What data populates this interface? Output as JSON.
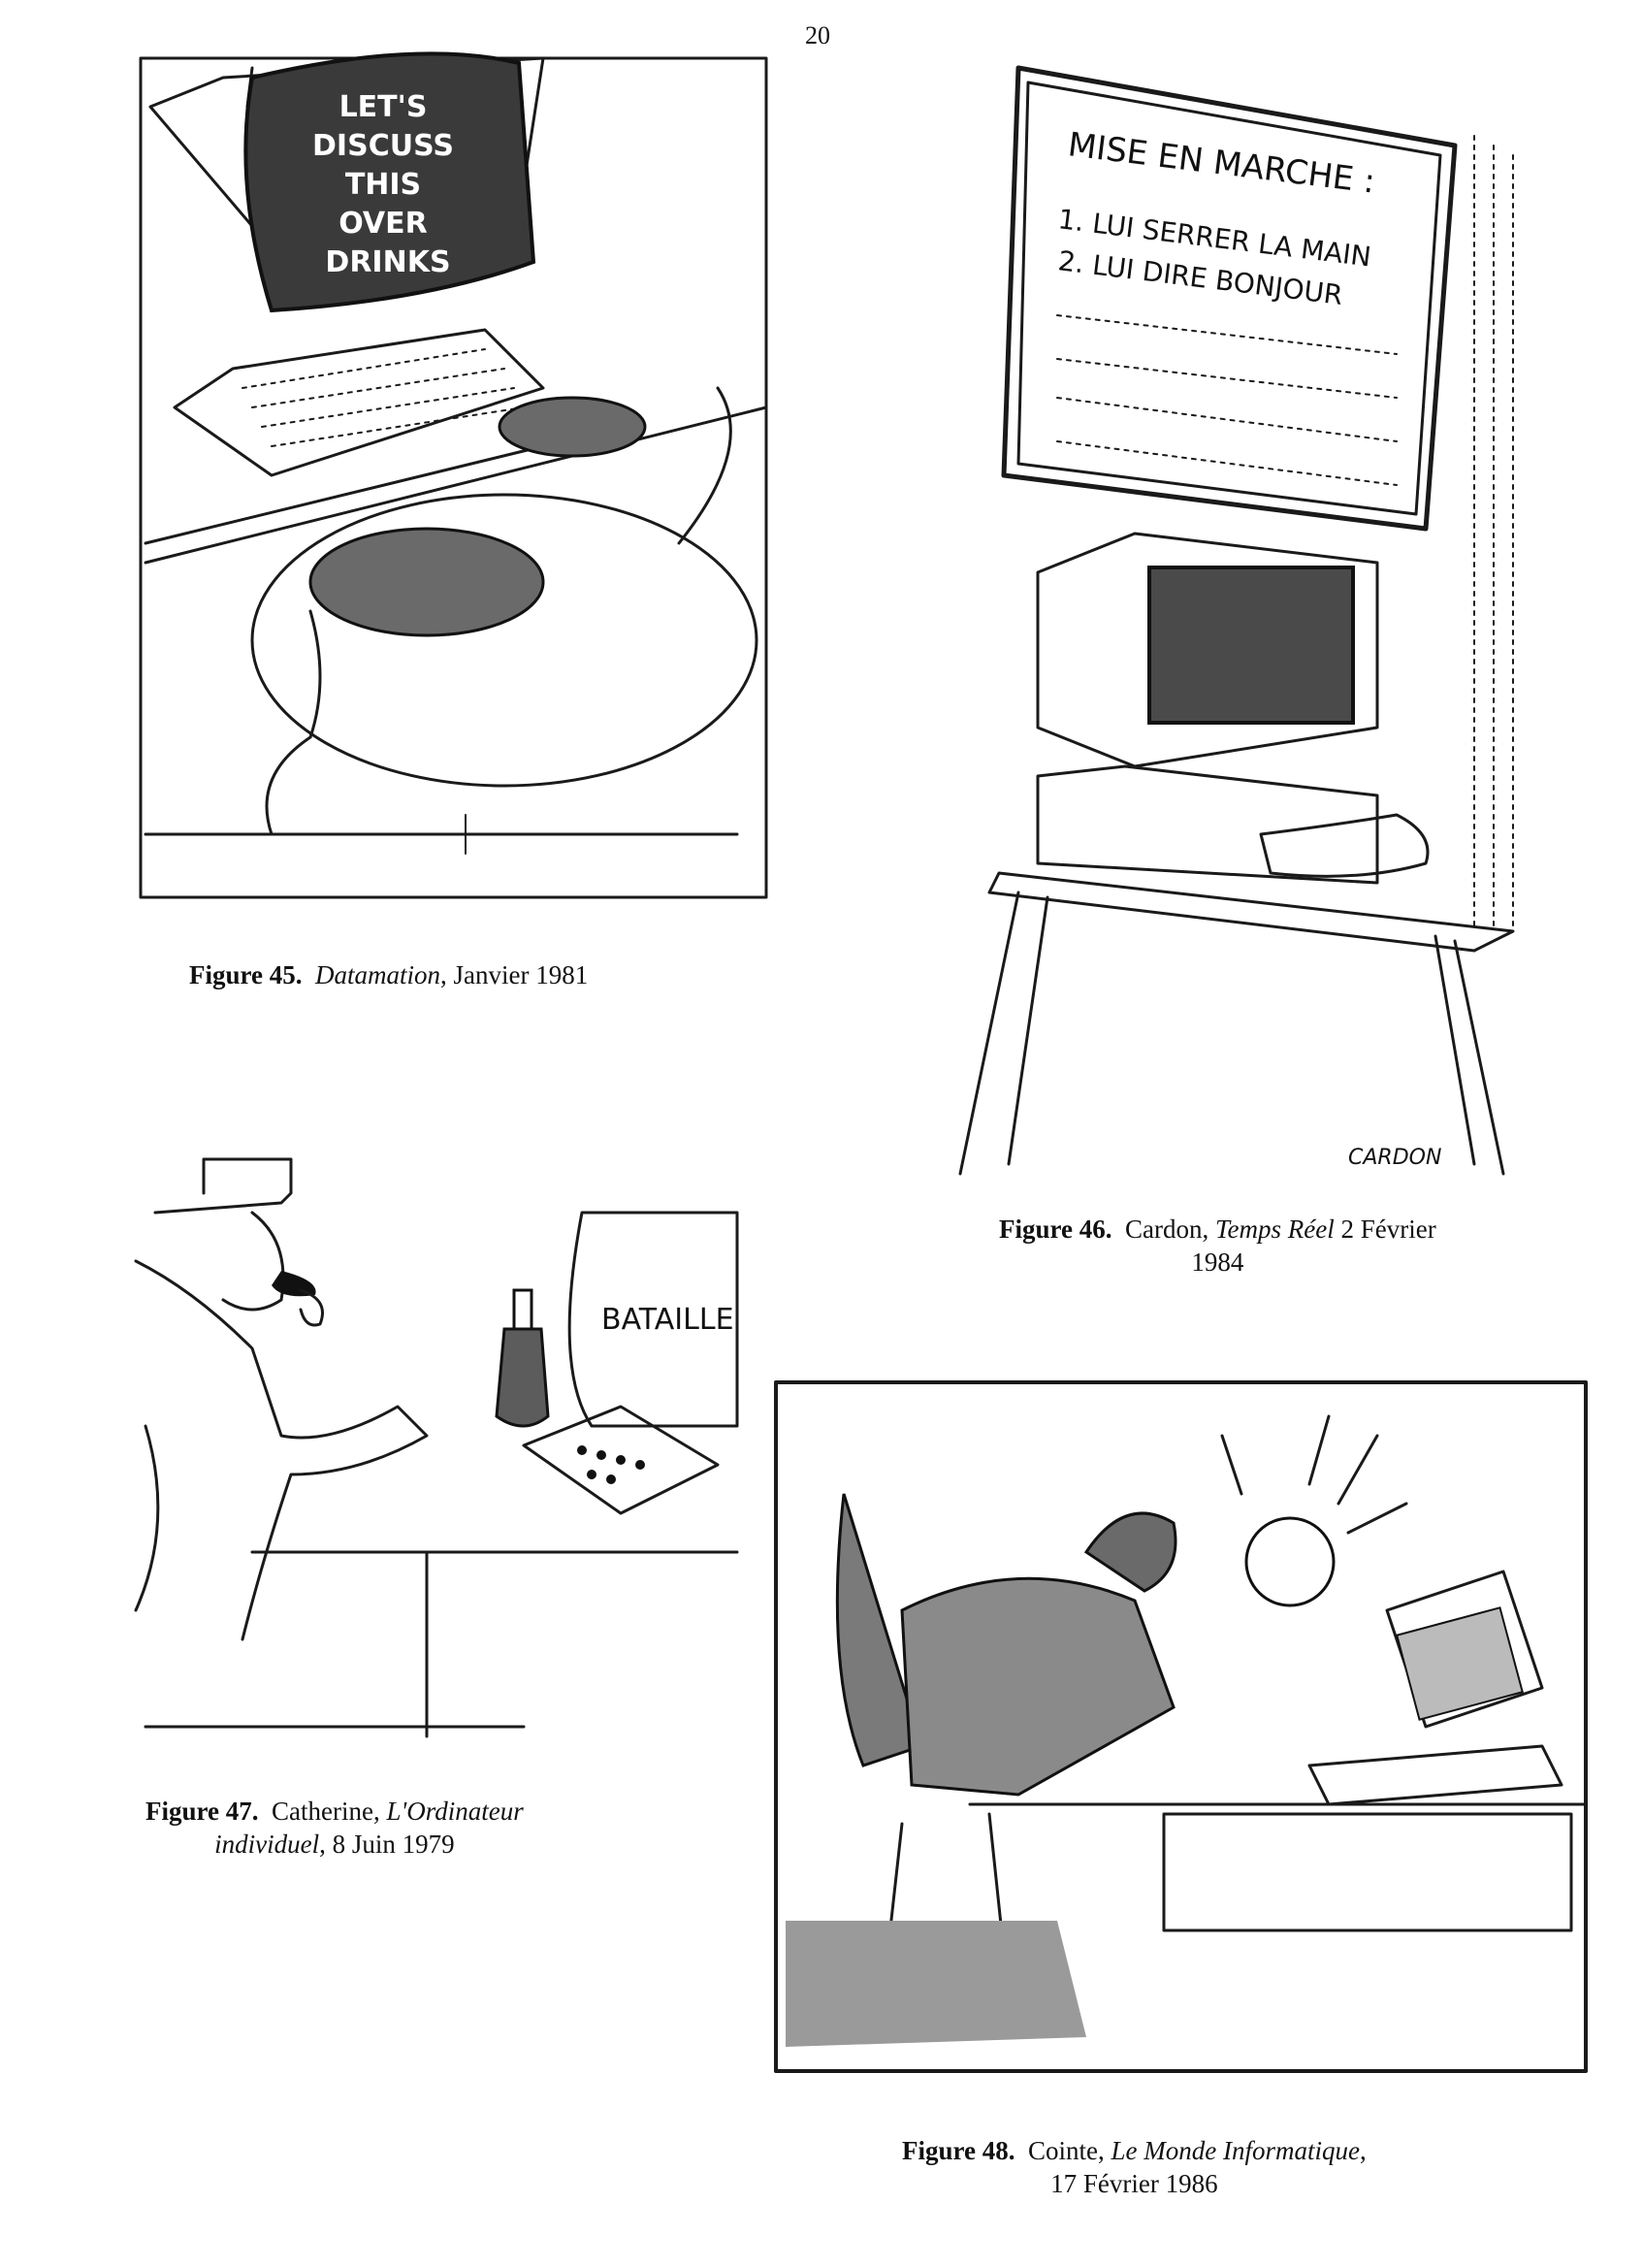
{
  "page": {
    "number": "20"
  },
  "figures": [
    {
      "id": "fig45",
      "label": "Figure 45.",
      "parts": [
        {
          "text": "Datamation",
          "italic": true
        },
        {
          "text": ", Janvier 1981",
          "italic": false
        }
      ],
      "screen_text": [
        "LET'S",
        "DISCUSS",
        "THIS",
        "OVER",
        "DRINKS"
      ]
    },
    {
      "id": "fig46",
      "label": "Figure 46.",
      "line1_parts": [
        {
          "text": "Cardon, ",
          "italic": false
        },
        {
          "text": "Temps Réel",
          "italic": true
        },
        {
          "text": " 2 Février",
          "italic": false
        }
      ],
      "line2": "1984",
      "screen_text": [
        "MISE EN MARCHE :",
        "1. LUI SERRER LA MAIN",
        "2. LUI DIRE BONJOUR"
      ],
      "signature": "CARDON"
    },
    {
      "id": "fig47",
      "label": "Figure 47.",
      "line1_parts": [
        {
          "text": "Catherine, ",
          "italic": false
        },
        {
          "text": "L'Ordinateur",
          "italic": true
        }
      ],
      "line2_parts": [
        {
          "text": "individuel",
          "italic": true
        },
        {
          "text": ", 8 Juin 1979",
          "italic": false
        }
      ],
      "screen_text": "BATAILLE"
    },
    {
      "id": "fig48",
      "label": "Figure 48.",
      "line1_parts": [
        {
          "text": "Cointe, ",
          "italic": false
        },
        {
          "text": "Le Monde Informatique",
          "italic": true
        },
        {
          "text": ",",
          "italic": false
        }
      ],
      "line2": "17 Février 1986"
    }
  ]
}
